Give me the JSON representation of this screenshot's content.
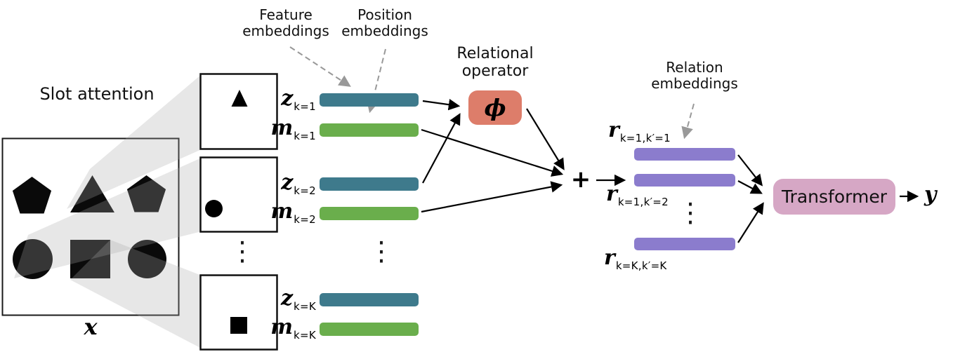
{
  "labels": {
    "slot_attention": "Slot attention",
    "input": "x",
    "feature_embeddings": "Feature embeddings",
    "position_embeddings": "Position embeddings",
    "relational_operator": "Relational operator",
    "relation_embeddings": "Relation embeddings",
    "operator_symbol": "ϕ",
    "sum_symbol": "+",
    "transformer": "Transformer",
    "output": "y",
    "ellipsis": "⋮"
  },
  "slots": [
    {
      "feature": {
        "base": "z",
        "sub": "k=1"
      },
      "position": {
        "base": "m",
        "sub": "k=1"
      }
    },
    {
      "feature": {
        "base": "z",
        "sub": "k=2"
      },
      "position": {
        "base": "m",
        "sub": "k=2"
      }
    },
    {
      "feature": {
        "base": "z",
        "sub": "k=K"
      },
      "position": {
        "base": "m",
        "sub": "k=K"
      }
    }
  ],
  "relations": [
    {
      "base": "r",
      "sub": "k=1,k′=1"
    },
    {
      "base": "r",
      "sub": "k=1,k′=2"
    },
    {
      "base": "r",
      "sub": "k=K,k′=K"
    }
  ],
  "colors": {
    "feature_bar": "#3e7a8c",
    "position_bar": "#6aae4c",
    "relation_bar": "#8b7ccd",
    "operator_box": "#dd7d6a",
    "transformer_box": "#d6a7c5",
    "beam_gray": "#aaaaaa",
    "dashed_arrow": "#999999"
  }
}
